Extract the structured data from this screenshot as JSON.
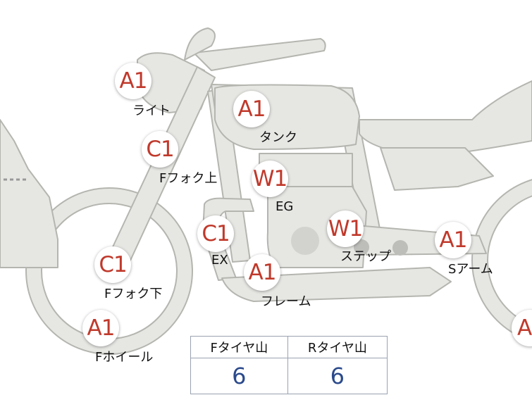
{
  "parts": [
    {
      "id": "light",
      "grade": "A1",
      "label": "ライト"
    },
    {
      "id": "tank",
      "grade": "A1",
      "label": "タンク"
    },
    {
      "id": "fork_upper",
      "grade": "C1",
      "label": "Fフォク上"
    },
    {
      "id": "engine",
      "grade": "W1",
      "label": "EG"
    },
    {
      "id": "exhaust",
      "grade": "C1",
      "label": "EX"
    },
    {
      "id": "step",
      "grade": "W1",
      "label": "ステップ"
    },
    {
      "id": "swing_arm",
      "grade": "A1",
      "label": "Sアーム"
    },
    {
      "id": "fork_lower",
      "grade": "C1",
      "label": "Fフォク下"
    },
    {
      "id": "frame",
      "grade": "A1",
      "label": "フレーム"
    },
    {
      "id": "front_wheel",
      "grade": "A1",
      "label": "Fホイール"
    },
    {
      "id": "rear_wheel",
      "grade": "A",
      "label": ""
    }
  ],
  "tires": {
    "front_header": "Fタイヤ山",
    "rear_header": "Rタイヤ山",
    "front_value": "6",
    "rear_value": "6"
  },
  "colors": {
    "body_fill": "#e6e6e3",
    "body_stroke": "#b5b5b0",
    "grade_text": "#c0392b",
    "tire_value_text": "#2b4a8c",
    "table_border": "#9aa3b0"
  }
}
